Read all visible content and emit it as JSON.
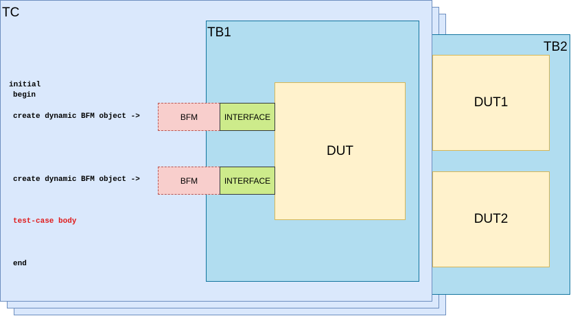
{
  "frames": {
    "tc_label": "TC",
    "tb1_label": "TB1",
    "tb2_label": "TB2"
  },
  "blocks": {
    "dut": "DUT",
    "dut1": "DUT1",
    "dut2": "DUT2",
    "bfm_top": "BFM",
    "bfm_bottom": "BFM",
    "interface_top": "INTERFACE",
    "interface_bottom": "INTERFACE"
  },
  "code": {
    "initial": "initial",
    "begin": "begin",
    "create_line_1": "create dynamic BFM object ->",
    "create_line_2": "create dynamic BFM object ->",
    "test_case_body": "test-case body",
    "end": "end"
  },
  "colors": {
    "tc_fill": "#dae8fc",
    "tb_fill": "#b1ddf0",
    "dut_fill": "#fff2cc",
    "bfm_fill": "#f8cecc",
    "interface_fill": "#cdeb8b",
    "test_case_body_text": "#e01b1b"
  }
}
